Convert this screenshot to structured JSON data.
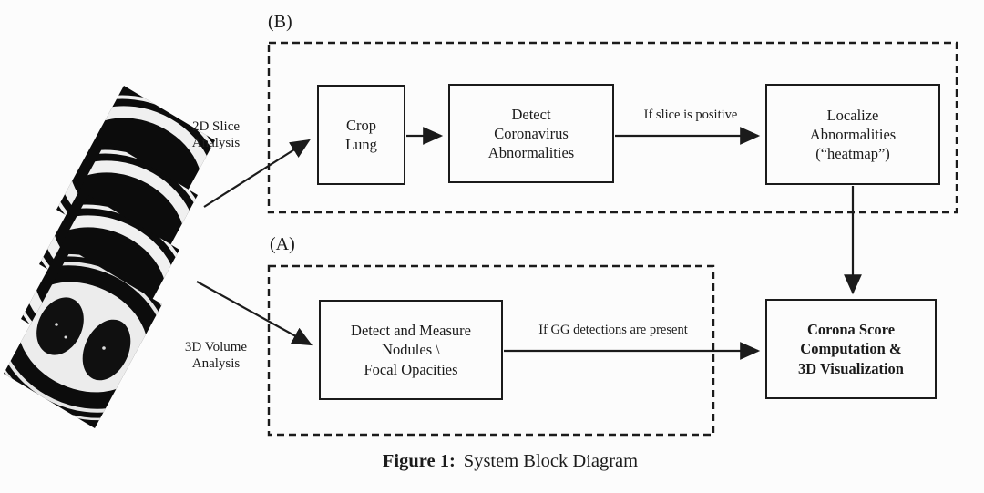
{
  "figure": {
    "caption_label": "Figure 1:",
    "caption_text": "System Block Diagram"
  },
  "input": {
    "ct_stack": "stacked-ct-lung-slices",
    "top_branch_label": "2D Slice\nAnalysis",
    "bottom_branch_label": "3D Volume\nAnalysis"
  },
  "sections": {
    "b": {
      "label": "(B)",
      "boxes": {
        "crop_lung": "Crop\nLung",
        "detect_abnormalities": "Detect\nCoronavirus\nAbnormalities",
        "localize": "Localize\nAbnormalities\n(“heatmap”)"
      },
      "edge_label": "If slice is positive"
    },
    "a": {
      "label": "(A)",
      "boxes": {
        "detect_measure": "Detect and Measure\nNodules \\\nFocal Opacities"
      },
      "edge_label": "If GG detections are present"
    },
    "output_box": "Corona Score\nComputation &\n3D Visualization"
  },
  "colors": {
    "ink": "#1b1b1b",
    "bg": "#fcfcfc",
    "slice": "#0c0c0c",
    "ct_white": "#f0f0f0"
  }
}
